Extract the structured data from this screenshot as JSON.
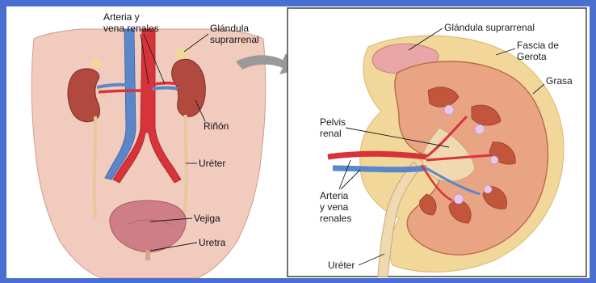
{
  "labels": {
    "left": {
      "arteria_y_vena_renales": [
        "Arteria y",
        "vena renales"
      ],
      "glandula_suprarrenal": [
        "Glándula",
        "suprarrenal"
      ],
      "rinon": "Riñón",
      "ureter": "Uréter",
      "vejiga": "Vejiga",
      "uretra": "Uretra"
    },
    "right": {
      "glandula_suprarrenal": "Glándula suprarrenal",
      "fascia_de_gerota": [
        "Fascia de",
        "Gerota"
      ],
      "grasa": "Grasa",
      "pelvis_renal": [
        "Pelvis",
        "renal"
      ],
      "arteria_y_vena_renales": [
        "Arteria",
        "y vena",
        "renales"
      ],
      "ureter": "Uréter"
    }
  },
  "colors": {
    "frame": "#4a6fd1",
    "skin": "#f2cbbf",
    "kidney": "#b2493f",
    "artery": "#d8333a",
    "vein": "#5b86c9",
    "bladder": "#cf7e86",
    "fat": "#f1d89a",
    "cortex": "#e9a483"
  }
}
